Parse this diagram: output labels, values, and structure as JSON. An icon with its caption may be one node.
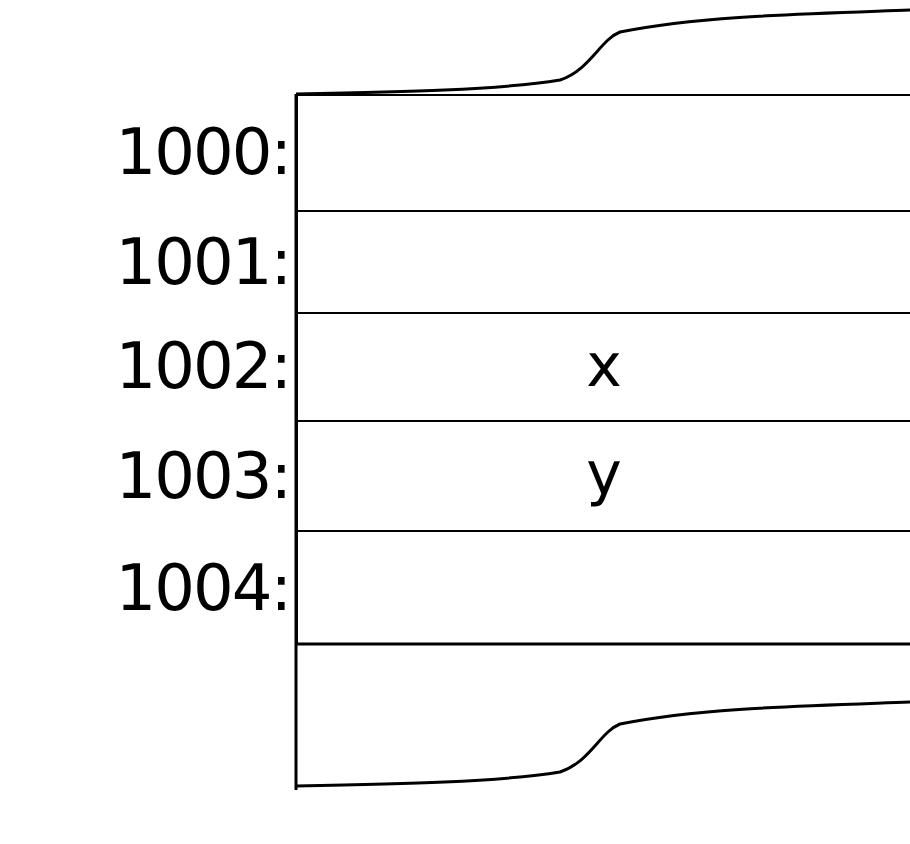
{
  "diagram": {
    "nodes": [
      {
        "text": [],
        "shape": "box",
        "beside": [
          "1000:"
        ]
      },
      {
        "text": [],
        "shape": "box",
        "beside": [
          "1001:"
        ]
      },
      {
        "text": [
          "x"
        ],
        "beside": [
          "1002:"
        ]
      },
      {
        "text": [
          "y"
        ],
        "beside": [
          "1003:"
        ]
      },
      {
        "text": [],
        "shape": "box",
        "beside": [
          "1004:"
        ]
      }
    ]
  }
}
